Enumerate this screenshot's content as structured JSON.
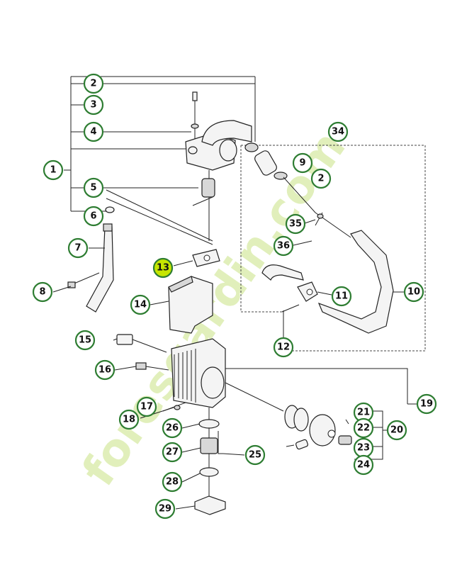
{
  "watermark": {
    "brand": "foresgardin.com",
    "color": "#b7d85a",
    "secondary_color": "#bdb5a8"
  },
  "colors": {
    "callout_stroke": "#2e7d32",
    "highlight_fill": "#c6e600"
  },
  "callouts": [
    {
      "id": "1",
      "label": "1"
    },
    {
      "id": "2",
      "label": "2"
    },
    {
      "id": "2b",
      "label": "2"
    },
    {
      "id": "3",
      "label": "3"
    },
    {
      "id": "4",
      "label": "4"
    },
    {
      "id": "5",
      "label": "5"
    },
    {
      "id": "6",
      "label": "6"
    },
    {
      "id": "7",
      "label": "7"
    },
    {
      "id": "8",
      "label": "8"
    },
    {
      "id": "9",
      "label": "9"
    },
    {
      "id": "10",
      "label": "10"
    },
    {
      "id": "11",
      "label": "11"
    },
    {
      "id": "12",
      "label": "12"
    },
    {
      "id": "13",
      "label": "13",
      "highlighted": true
    },
    {
      "id": "14",
      "label": "14"
    },
    {
      "id": "15",
      "label": "15"
    },
    {
      "id": "16",
      "label": "16"
    },
    {
      "id": "17",
      "label": "17"
    },
    {
      "id": "18",
      "label": "18"
    },
    {
      "id": "19",
      "label": "19"
    },
    {
      "id": "20",
      "label": "20"
    },
    {
      "id": "21",
      "label": "21"
    },
    {
      "id": "22",
      "label": "22"
    },
    {
      "id": "23",
      "label": "23"
    },
    {
      "id": "24",
      "label": "24"
    },
    {
      "id": "25",
      "label": "25"
    },
    {
      "id": "26",
      "label": "26"
    },
    {
      "id": "27",
      "label": "27"
    },
    {
      "id": "28",
      "label": "28"
    },
    {
      "id": "29",
      "label": "29"
    },
    {
      "id": "34",
      "label": "34"
    },
    {
      "id": "35",
      "label": "35"
    },
    {
      "id": "36",
      "label": "36"
    }
  ]
}
